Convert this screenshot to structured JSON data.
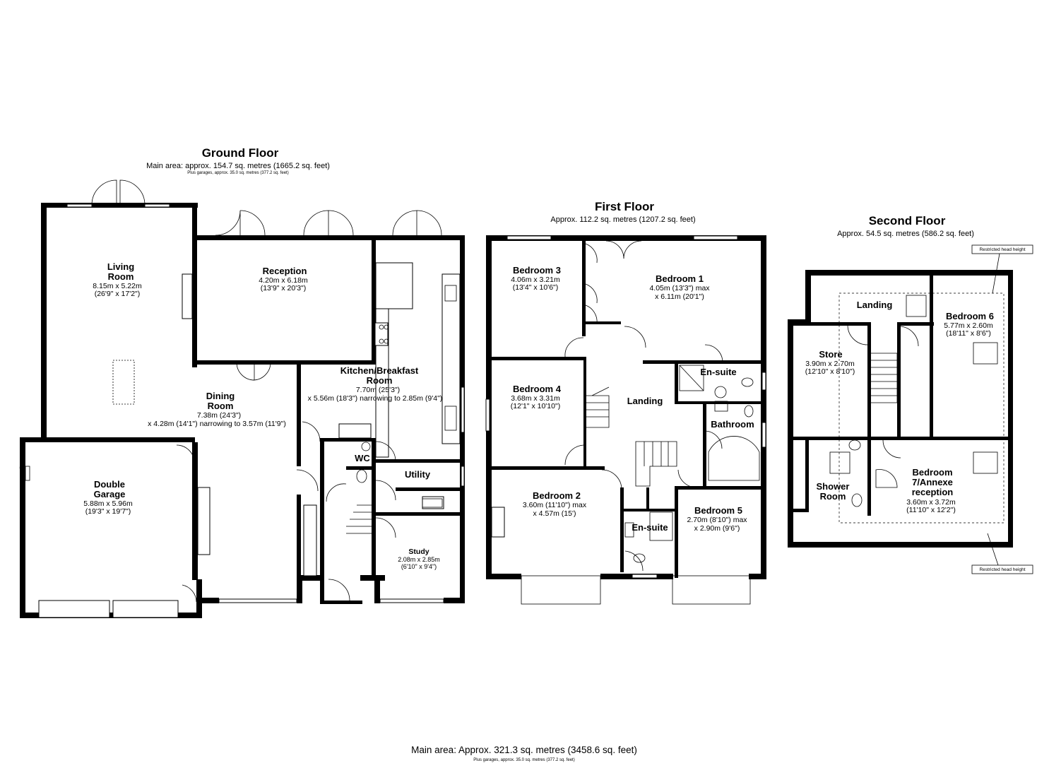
{
  "ground_floor": {
    "title": "Ground Floor",
    "area": "Main area: approx. 154.7 sq. metres (1665.2 sq. feet)",
    "garages": "Plus garages, approx. 35.0 sq. metres (377.2 sq. feet)",
    "rooms": {
      "living": {
        "name1": "Living",
        "name2": "Room",
        "dim1": "8.15m x 5.22m",
        "dim2": "(26'9\" x 17'2\")"
      },
      "reception": {
        "name1": "Reception",
        "dim1": "4.20m x 6.18m",
        "dim2": "(13'9\" x 20'3\")"
      },
      "kitchen": {
        "name1": "Kitchen/Breakfast",
        "name2": "Room",
        "dim1": "7.70m (25'3\")",
        "dim2": "x 5.56m (18'3\") narrowing to 2.85m (9'4\")"
      },
      "dining": {
        "name1": "Dining",
        "name2": "Room",
        "dim1": "7.38m (24'3\")",
        "dim2": "x 4.28m (14'1\") narrowing to 3.57m (11'9\")"
      },
      "garage": {
        "name1": "Double",
        "name2": "Garage",
        "dim1": "5.88m x 5.96m",
        "dim2": "(19'3\" x 19'7\")"
      },
      "wc": {
        "name1": "WC"
      },
      "utility": {
        "name1": "Utility"
      },
      "study": {
        "name1": "Study",
        "dim1": "2.08m x 2.85m",
        "dim2": "(6'10\" x 9'4\")"
      }
    }
  },
  "first_floor": {
    "title": "First Floor",
    "area": "Approx. 112.2 sq. metres (1207.2 sq. feet)",
    "rooms": {
      "bed3": {
        "name1": "Bedroom 3",
        "dim1": "4.06m x 3.21m",
        "dim2": "(13'4\" x 10'6\")"
      },
      "bed1": {
        "name1": "Bedroom 1",
        "dim1": "4.05m (13'3\") max",
        "dim2": "x 6.11m (20'1\")"
      },
      "bed4": {
        "name1": "Bedroom 4",
        "dim1": "3.68m x 3.31m",
        "dim2": "(12'1\" x 10'10\")"
      },
      "landing": {
        "name1": "Landing"
      },
      "ensuite1": {
        "name1": "En-suite"
      },
      "bathroom": {
        "name1": "Bathroom"
      },
      "bed2": {
        "name1": "Bedroom 2",
        "dim1": "3.60m (11'10\") max",
        "dim2": "x 4.57m (15')"
      },
      "ensuite2": {
        "name1": "En-suite"
      },
      "bed5": {
        "name1": "Bedroom 5",
        "dim1": "2.70m (8'10\") max",
        "dim2": "x 2.90m (9'6\")"
      }
    }
  },
  "second_floor": {
    "title": "Second Floor",
    "area": "Approx. 54.5 sq. metres (586.2 sq. feet)",
    "restricted_top": "Restricted head height",
    "restricted_bottom": "Restricted head height",
    "rooms": {
      "landing": {
        "name1": "Landing"
      },
      "bed6": {
        "name1": "Bedroom 6",
        "dim1": "5.77m x 2.60m",
        "dim2": "(18'11\" x 8'6\")"
      },
      "store": {
        "name1": "Store",
        "dim1": "3.90m x 2.70m",
        "dim2": "(12'10\" x 8'10\")"
      },
      "shower": {
        "name1": "Shower",
        "name2": "Room"
      },
      "bed7": {
        "name1": "Bedroom",
        "name2": "7/Annexe",
        "name3": "reception",
        "dim1": "3.60m x 3.72m",
        "dim2": "(11'10\" x 12'2\")"
      }
    }
  },
  "totals": {
    "main": "Main area: Approx. 321.3 sq. metres (3458.6 sq. feet)",
    "garages": "Plus garages, approx. 35.0 sq. metres (377.2 sq. feet)"
  }
}
